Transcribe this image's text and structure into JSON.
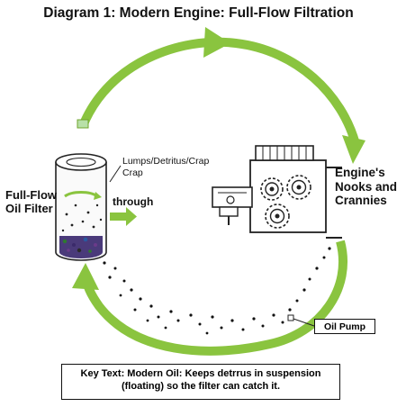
{
  "title": "Diagram 1: Modern Engine: Full-Flow Filtration",
  "labels": {
    "filter_line1": "Full-Flow",
    "filter_line2": "Oil Filter",
    "debris_line1": "Lumps/Detritus/Crap",
    "debris_line2": "Crap",
    "through": "through",
    "engine_line1": "Engine's",
    "engine_line2": "Nooks and",
    "engine_line3": "Crannies",
    "oil_pump": "Oil Pump"
  },
  "key_text": {
    "line1": "Key Text: Modern Oil: Keeps detrrus in suspension",
    "line2": "(floating) so the filter can catch it."
  },
  "colors": {
    "arrow_green": "#8ac43f",
    "arrow_green_dark": "#6fa52c",
    "ink": "#111111",
    "debris_purple": "#5b3c88"
  },
  "icons": [
    "oil-filter-canister-icon",
    "engine-gears-icon",
    "piston-icon",
    "flow-arrow-icon"
  ]
}
